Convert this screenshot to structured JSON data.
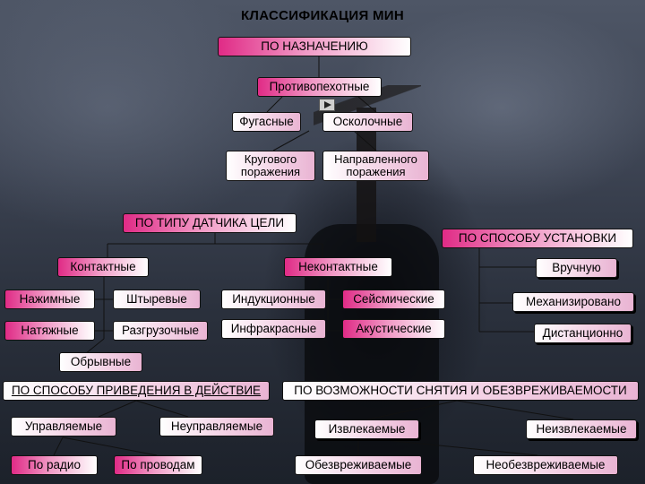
{
  "title": "КЛАССИФИКАЦИЯ МИН",
  "purpose": {
    "header": "ПО НАЗНАЧЕНИЮ",
    "antipersonnel": "Противопехотные",
    "blast": "Фугасные",
    "fragmentation": "Осколочные",
    "circular_1": "Кругового",
    "circular_2": "поражения",
    "directional_1": "Направленного",
    "directional_2": "поражения"
  },
  "sensor": {
    "header": "ПО ТИПУ ДАТЧИКА ЦЕЛИ",
    "contact": "Контактные",
    "noncontact": "Неконтактные",
    "pressure": "Нажимные",
    "pin": "Штыревые",
    "tension": "Натяжные",
    "release": "Разгрузочные",
    "breakwire": "Обрывные",
    "induction": "Индукционные",
    "seismic": "Сейсмические",
    "infrared": "Инфракрасные",
    "acoustic": "Акустические"
  },
  "installation": {
    "header": "ПО СПОСОБУ УСТАНОВКИ",
    "manual": "Вручную",
    "mechanized": "Механизировано",
    "remote": "Дистанционно"
  },
  "activation": {
    "header": "ПО СПОСОБУ ПРИВЕДЕНИЯ В ДЕЙСТВИЕ",
    "controlled": "Управляемые",
    "uncontrolled": "Неуправляемые",
    "radio": "По радио",
    "wire": "По проводам"
  },
  "removal": {
    "header": "ПО ВОЗМОЖНОСТИ СНЯТИЯ И ОБЕЗВРЕЖИВАЕМОСТИ",
    "removable": "Извлекаемые",
    "nonremovable": "Неизвлекаемые",
    "defusable": "Обезвреживаемые",
    "nondefusable": "Необезвреживаемые"
  }
}
